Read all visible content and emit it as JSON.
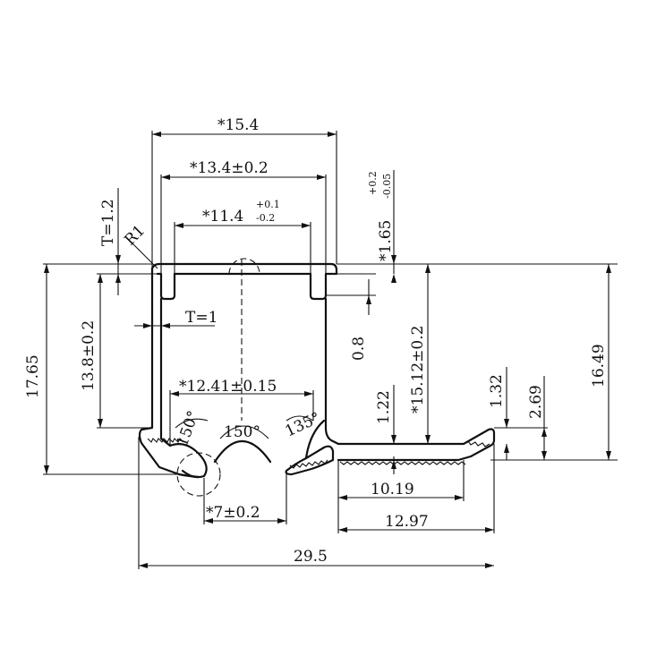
{
  "dimensions": {
    "width_15_4": "*15.4",
    "width_13_4": "*13.4±0.2",
    "width_11_4": "*11.4",
    "tol_11_4_upper": "+0.1",
    "tol_11_4_lower": "-0.2",
    "t_1_2": "T=1.2",
    "r1": "R1",
    "t_1": "T=1",
    "slot_1_65": "*1.65",
    "tol_1_65_upper": "+0.2",
    "tol_1_65_lower": "-0.05",
    "height_17_65": "17.65",
    "height_13_8": "13.8±0.2",
    "gap_0_8": "0.8",
    "height_15_12": "*15.12±0.2",
    "height_16_49": "16.49",
    "width_12_41": "*12.41±0.15",
    "angle_150_left": "150°",
    "angle_150_center": "150°",
    "angle_135": "135°",
    "dim_1_22": "1.22",
    "dim_1_32": "1.32",
    "dim_2_69": "2.69",
    "width_7": "*7±0.2",
    "width_10_19": "10.19",
    "width_12_97": "12.97",
    "width_29_5": "29.5"
  }
}
